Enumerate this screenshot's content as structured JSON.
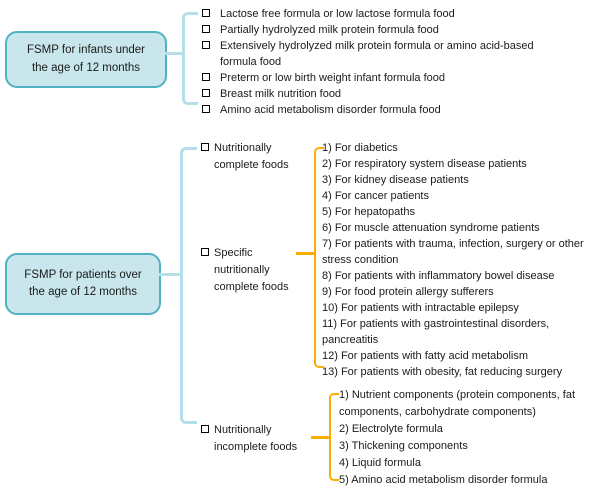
{
  "infants": {
    "box_label": "FSMP for infants under the age of 12 months",
    "items": [
      "Lactose free formula or low lactose formula food",
      "Partially hydrolyzed milk protein formula food",
      "Extensively hydrolyzed milk protein formula or amino acid-based formula food",
      "Preterm or low birth weight infant formula food",
      "Breast milk nutrition food",
      "Amino acid metabolism disorder formula food"
    ]
  },
  "patients": {
    "box_label": "FSMP for patients over the age of 12 months",
    "categories": [
      {
        "label": "Nutritionally complete foods"
      },
      {
        "label": "Specific nutritionally complete foods"
      },
      {
        "label": "Nutritionally incomplete foods"
      }
    ],
    "specific_items": [
      "1) For diabetics",
      "2) For respiratory system disease patients",
      "3) For kidney disease patients",
      "4) For cancer patients",
      "5) For hepatopaths",
      "6) For muscle attenuation syndrome patients",
      "7) For patients with trauma, infection, surgery or other stress condition",
      "8) For patients with inflammatory bowel disease",
      "9) For food protein allergy sufferers",
      "10) For patients with intractable epilepsy",
      "11) For patients with gastrointestinal disorders, pancreatitis",
      "12) For patients with fatty acid metabolism",
      "13) For patients with obesity, fat reducing surgery"
    ],
    "incomplete_items": [
      "1) Nutrient components (protein components, fat components, carbohydrate components)",
      "2) Electrolyte formula",
      "3) Thickening components",
      "4) Liquid formula",
      "5) Amino acid metabolism disorder formula"
    ]
  },
  "colors": {
    "box_fill": "#c8e6eb",
    "box_border": "#4fb2c2",
    "connector_blue": "#b5dfe8",
    "bracket_orange": "#fbae00",
    "text": "#1b1b1b"
  }
}
